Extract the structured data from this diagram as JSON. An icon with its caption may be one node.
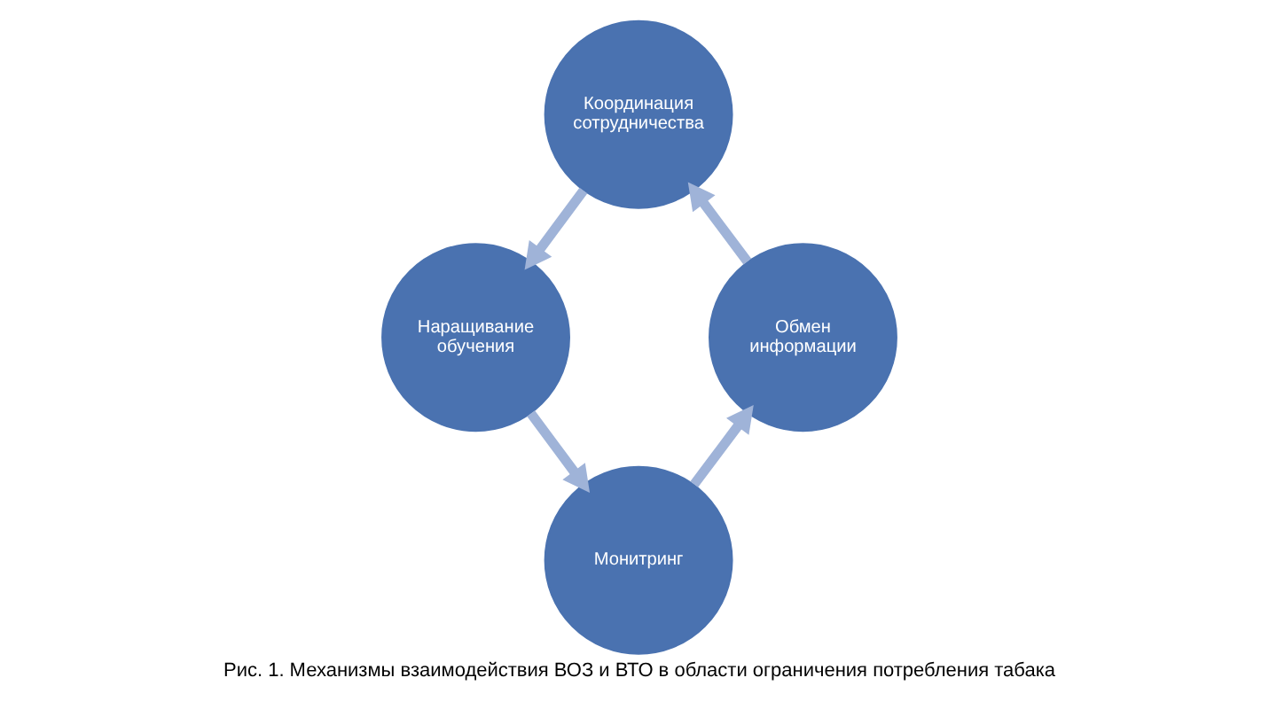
{
  "diagram": {
    "caption": "Рис. 1. Механизмы взаимодействия ВОЗ и ВТО в области ограничения потребления табака",
    "nodes": [
      {
        "text": [
          "Координация сотрудничества"
        ]
      },
      {
        "text": [
          "Наращивание обучения"
        ]
      },
      {
        "text": [
          "Монитринг"
        ]
      },
      {
        "text": [
          "Обмен информации"
        ]
      }
    ],
    "edges": [
      {
        "from": 0,
        "to": 1,
        "arrow": "to"
      },
      {
        "from": 1,
        "to": 2,
        "arrow": "to"
      },
      {
        "from": 2,
        "to": 3,
        "arrow": "to"
      },
      {
        "from": 3,
        "to": 0,
        "arrow": "to"
      }
    ]
  }
}
